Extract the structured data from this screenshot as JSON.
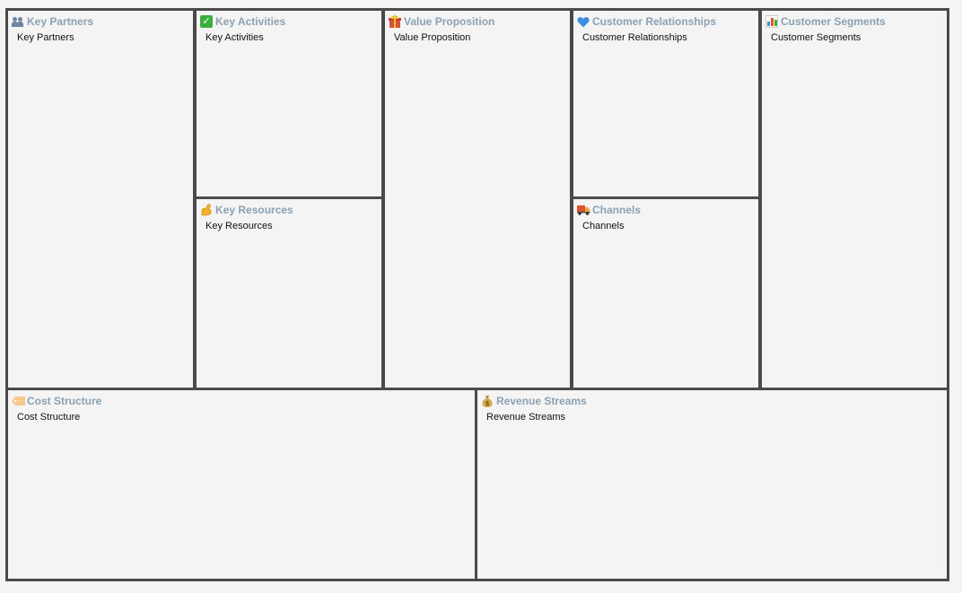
{
  "canvas": {
    "blocks": {
      "key_partners": {
        "title": "Key Partners",
        "content": "Key Partners",
        "icon": "two-people-icon"
      },
      "key_activities": {
        "title": "Key Activities",
        "content": "Key Activities",
        "icon": "checkmark-icon"
      },
      "key_resources": {
        "title": "Key Resources",
        "content": "Key Resources",
        "icon": "flexed-arm-icon"
      },
      "value_proposition": {
        "title": "Value Proposition",
        "content": "Value Proposition",
        "icon": "gift-icon"
      },
      "customer_relationships": {
        "title": "Customer Relationships",
        "content": "Customer Relationships",
        "icon": "blue-heart-icon"
      },
      "channels": {
        "title": "Channels",
        "content": "Channels",
        "icon": "truck-icon"
      },
      "customer_segments": {
        "title": "Customer Segments",
        "content": "Customer Segments",
        "icon": "bar-chart-icon"
      },
      "cost_structure": {
        "title": "Cost Structure",
        "content": "Cost Structure",
        "icon": "tag-icon"
      },
      "revenue_streams": {
        "title": "Revenue Streams",
        "content": "Revenue Streams",
        "icon": "money-bag-icon"
      }
    }
  },
  "colors": {
    "title": "#8ba1b4",
    "border": "#4a4a4a",
    "background": "#f4f4f4",
    "text": "#111111"
  }
}
